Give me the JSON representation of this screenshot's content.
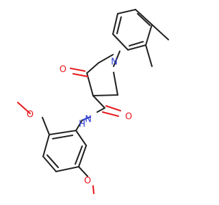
{
  "colors": {
    "carbon_bond": "#222222",
    "oxygen": "#e8181b",
    "nitrogen": "#2a3bd0",
    "background": "#ffffff"
  },
  "atoms": {
    "O_ketone": "O",
    "N_ring": "N",
    "O_amide": "O",
    "N_amide": "N",
    "H_amide": "H",
    "O_methoxy_top": "O",
    "O_methoxy_bottom": "O"
  }
}
